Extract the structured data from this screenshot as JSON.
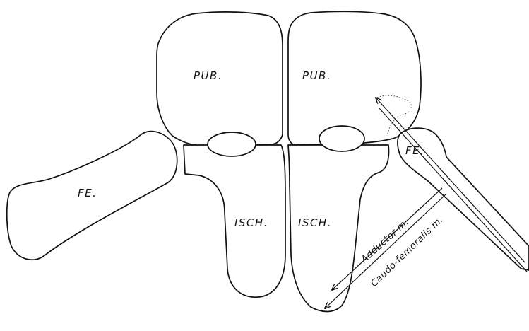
{
  "labels": {
    "pub_left": "PUB.",
    "pub_right": "PUB.",
    "isch_left": "ISCH.",
    "isch_right": "ISCH.",
    "fe_left": "FE.",
    "fe_right": "FE.",
    "adductor": "Adductor m.",
    "caudofemoralis": "Caudo-femoralis m."
  }
}
